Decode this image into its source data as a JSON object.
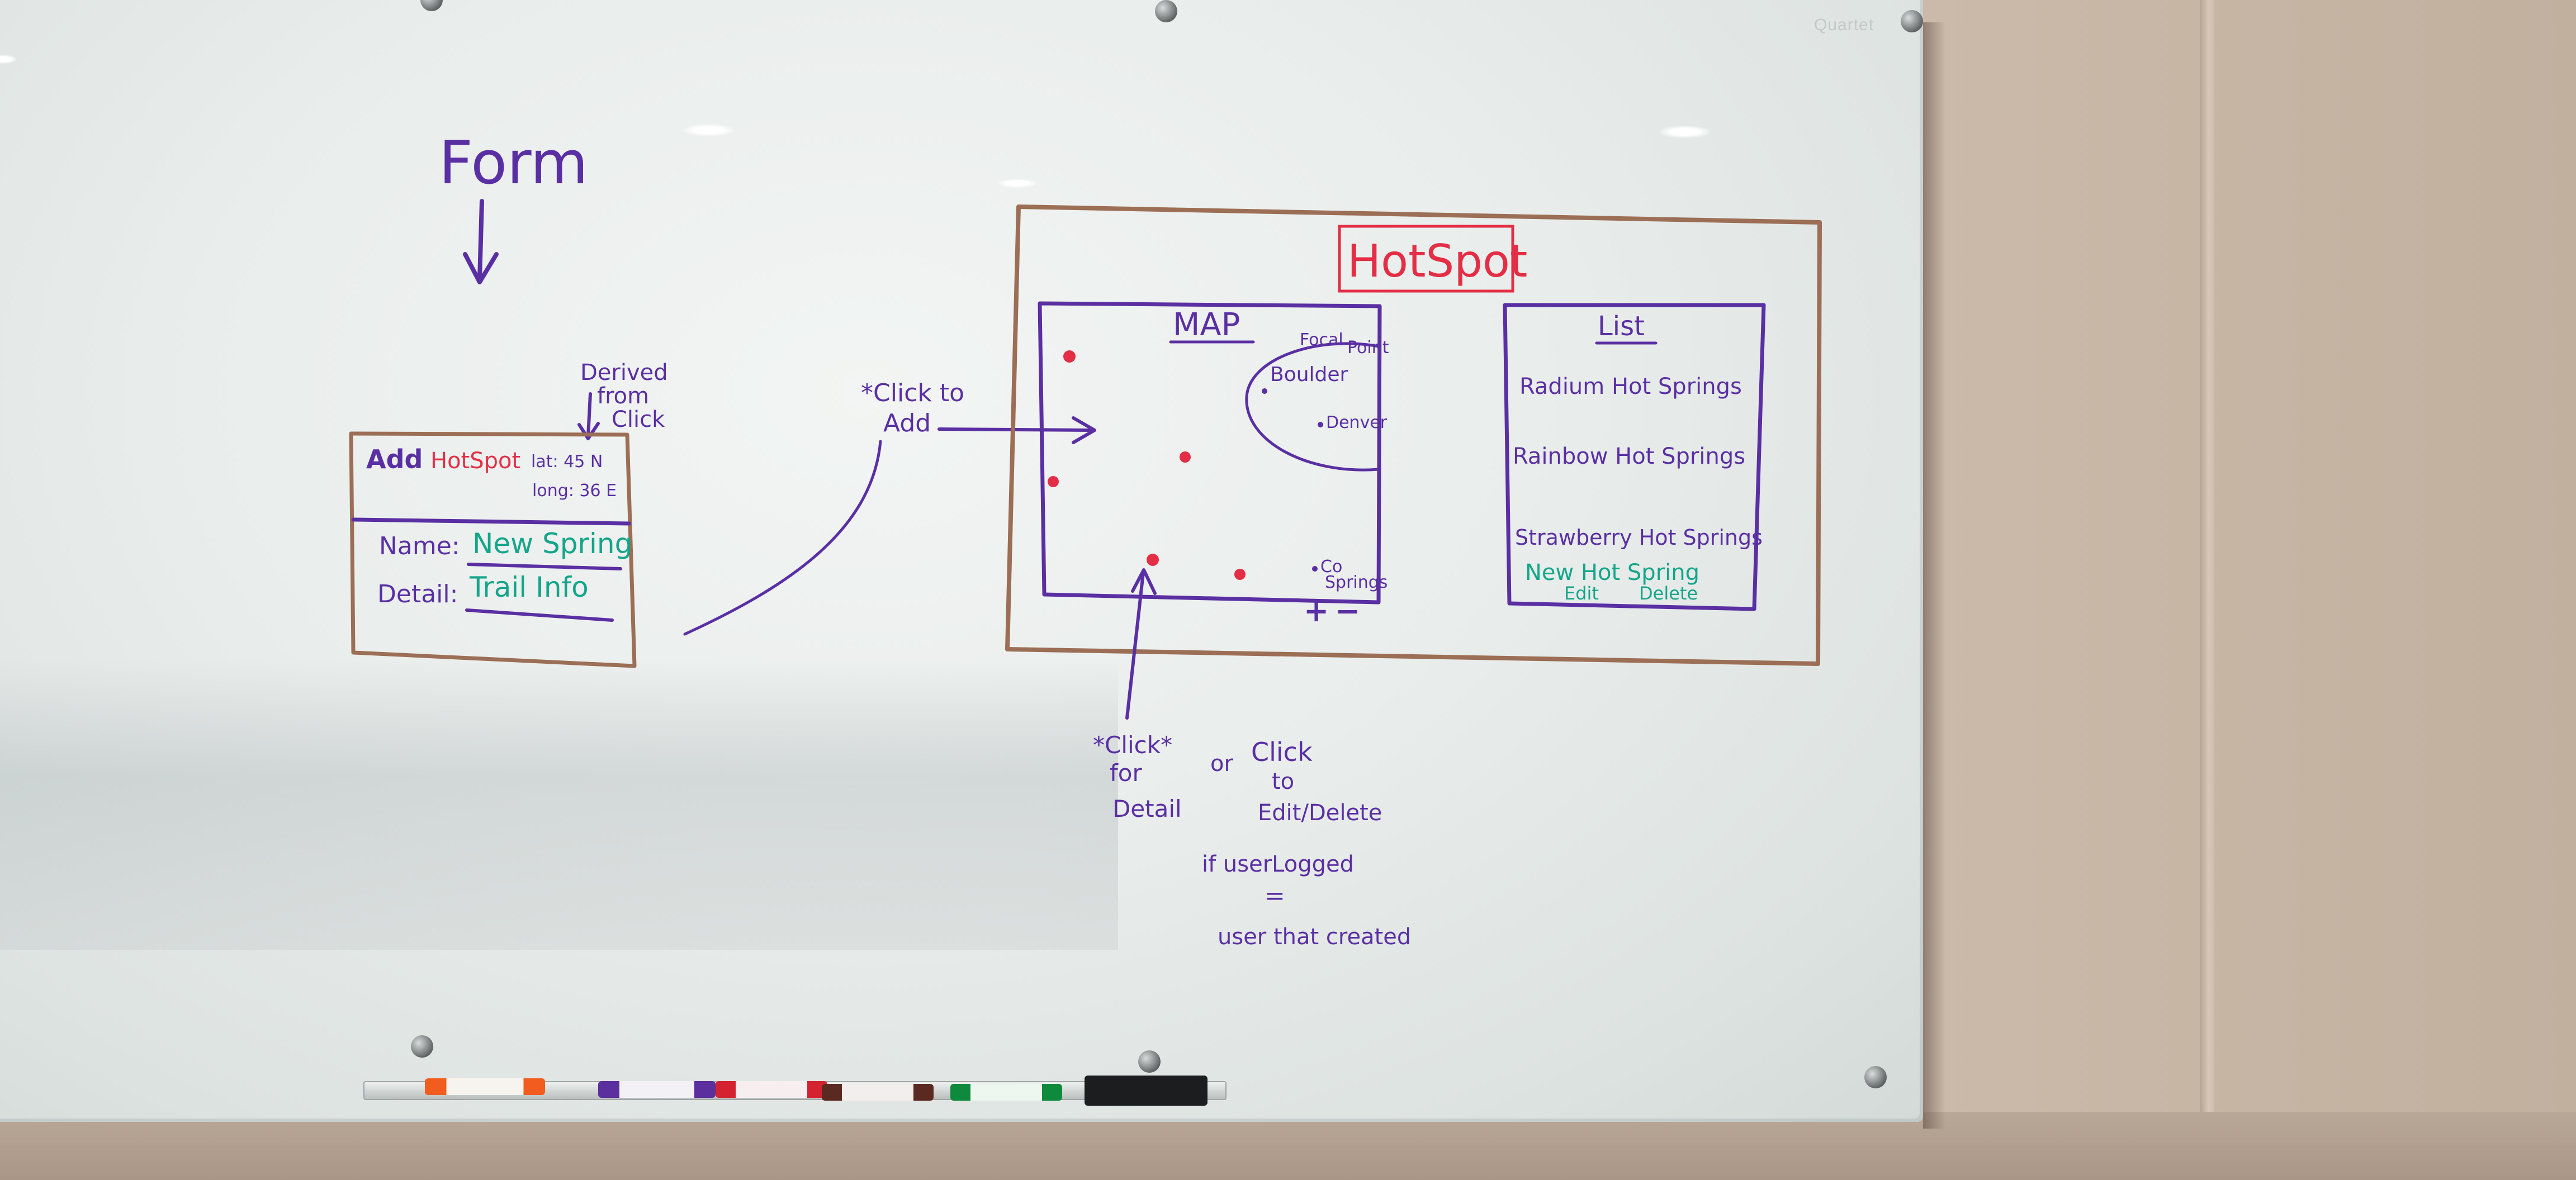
{
  "brand": {
    "name": "Quartet"
  },
  "colors": {
    "board": "#e9edeb",
    "ink_purple": "#5a2fa3",
    "ink_teal": "#14a58a",
    "ink_red": "#e32e45",
    "frame_brown": "#9b6e55",
    "wall": "#c6b4a3"
  },
  "form_section": {
    "title": "Form",
    "derived_note": [
      "Derived",
      "from",
      "Click"
    ],
    "card": {
      "add_label": "Add",
      "hotspot_label": "HotSpot",
      "lat": "lat: 45 N",
      "long": "long: 36 E",
      "name_label": "Name:",
      "name_value": "New Spring",
      "detail_label": "Detail:",
      "detail_value": "Trail Info"
    }
  },
  "click_to_add": {
    "line1": "*Click to",
    "line2": "Add"
  },
  "hotspot_app": {
    "title": "HotSpot",
    "map": {
      "title": "MAP",
      "focal_point": [
        "Focal",
        "Point"
      ],
      "cities": [
        "Boulder",
        "Denver",
        "Co",
        "Springs"
      ],
      "zoom_in": "+",
      "zoom_out": "−"
    },
    "list": {
      "title": "List",
      "items": [
        "Radium Hot Springs",
        "Rainbow Hot Springs",
        "Strawberry Hot Springs"
      ],
      "new_item": "New Hot Spring",
      "edit_label": "Edit",
      "delete_label": "Delete"
    }
  },
  "click_notes": {
    "for_detail": [
      "*Click*",
      "for",
      "Detail"
    ],
    "or_label": "or",
    "edit_delete": [
      "Click",
      "to",
      "Edit/Delete"
    ],
    "condition": [
      "if userLogged",
      "=",
      "user that created"
    ]
  }
}
